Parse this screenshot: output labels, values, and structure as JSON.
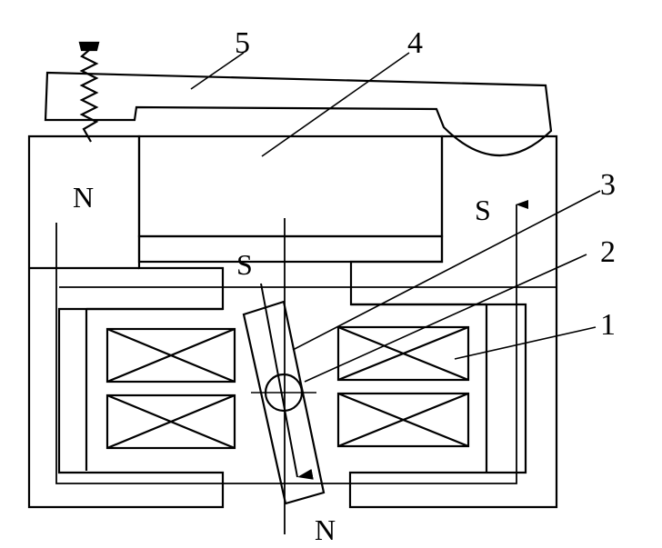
{
  "diagram": {
    "part_labels": {
      "coil": "1",
      "pivot": "2",
      "armature": "3",
      "permanent_magnet": "4",
      "spring_strip": "5"
    },
    "pole_labels": {
      "frame_left": "N",
      "frame_right": "S",
      "armature_top": "S",
      "armature_bottom": "N"
    }
  }
}
